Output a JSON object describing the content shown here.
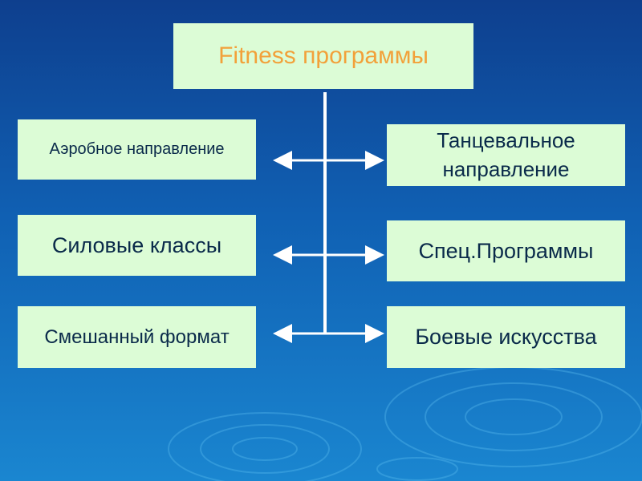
{
  "diagram": {
    "title": "Fitness программы",
    "left_items": [
      {
        "label": "Аэробное направление"
      },
      {
        "label": "Силовые классы"
      },
      {
        "label": "Смешанный формат"
      }
    ],
    "right_items": [
      {
        "label": "Танцевальное направление"
      },
      {
        "label": "Спец.Программы"
      },
      {
        "label": "Боевые искусства"
      }
    ]
  },
  "colors": {
    "box_fill": "#dcfcd6",
    "title_text": "#f2a13a",
    "item_text": "#0a2a4a",
    "connector": "#ffffff",
    "background_top": "#0e3f8e",
    "background_bottom": "#1a86d0"
  }
}
